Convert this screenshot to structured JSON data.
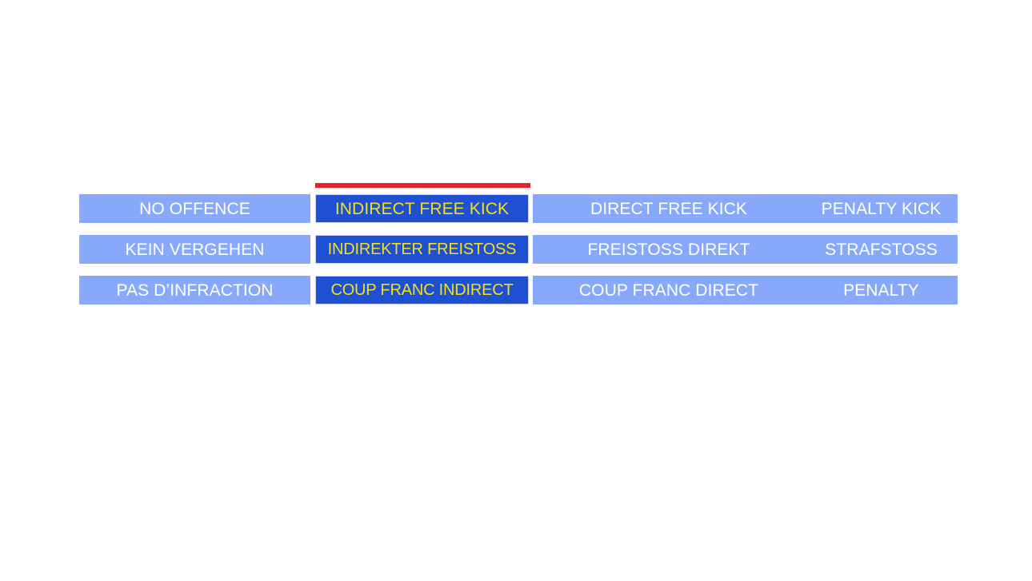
{
  "background_color": "#ffffff",
  "colors": {
    "bar_light_blue": "#88a9fb",
    "bar_dark_blue": "#1f50d2",
    "highlight_text_yellow": "#f2e01c",
    "normal_text_white": "#ffffff",
    "marker_red": "#e3242b",
    "highlight_border": "#c8d4f5"
  },
  "marker": {
    "name": "red-indicator-bar",
    "color": "#e3242b",
    "above_column": "indirect-free-kick"
  },
  "columns": [
    {
      "key": "no-offence",
      "highlighted": false
    },
    {
      "key": "indirect-free-kick",
      "highlighted": true
    },
    {
      "key": "direct-free-kick",
      "highlighted": false
    },
    {
      "key": "penalty-kick",
      "highlighted": false
    }
  ],
  "rows": [
    {
      "language": "english",
      "cells": {
        "no_offence": "NO OFFENCE",
        "indirect_free_kick": "INDIRECT FREE KICK",
        "direct_free_kick": "DIRECT FREE KICK",
        "penalty_kick": "PENALTY KICK"
      }
    },
    {
      "language": "german",
      "cells": {
        "no_offence": "KEIN VERGEHEN",
        "indirect_free_kick": "INDIREKTER FREISTOSS",
        "direct_free_kick": "FREISTOSS DIREKT",
        "penalty_kick": "STRAFSTOSS"
      }
    },
    {
      "language": "french",
      "cells": {
        "no_offence": "PAS D’INFRACTION",
        "indirect_free_kick": "COUP FRANC INDIRECT",
        "direct_free_kick": "COUP FRANC DIRECT",
        "penalty_kick": "PENALTY"
      }
    }
  ]
}
